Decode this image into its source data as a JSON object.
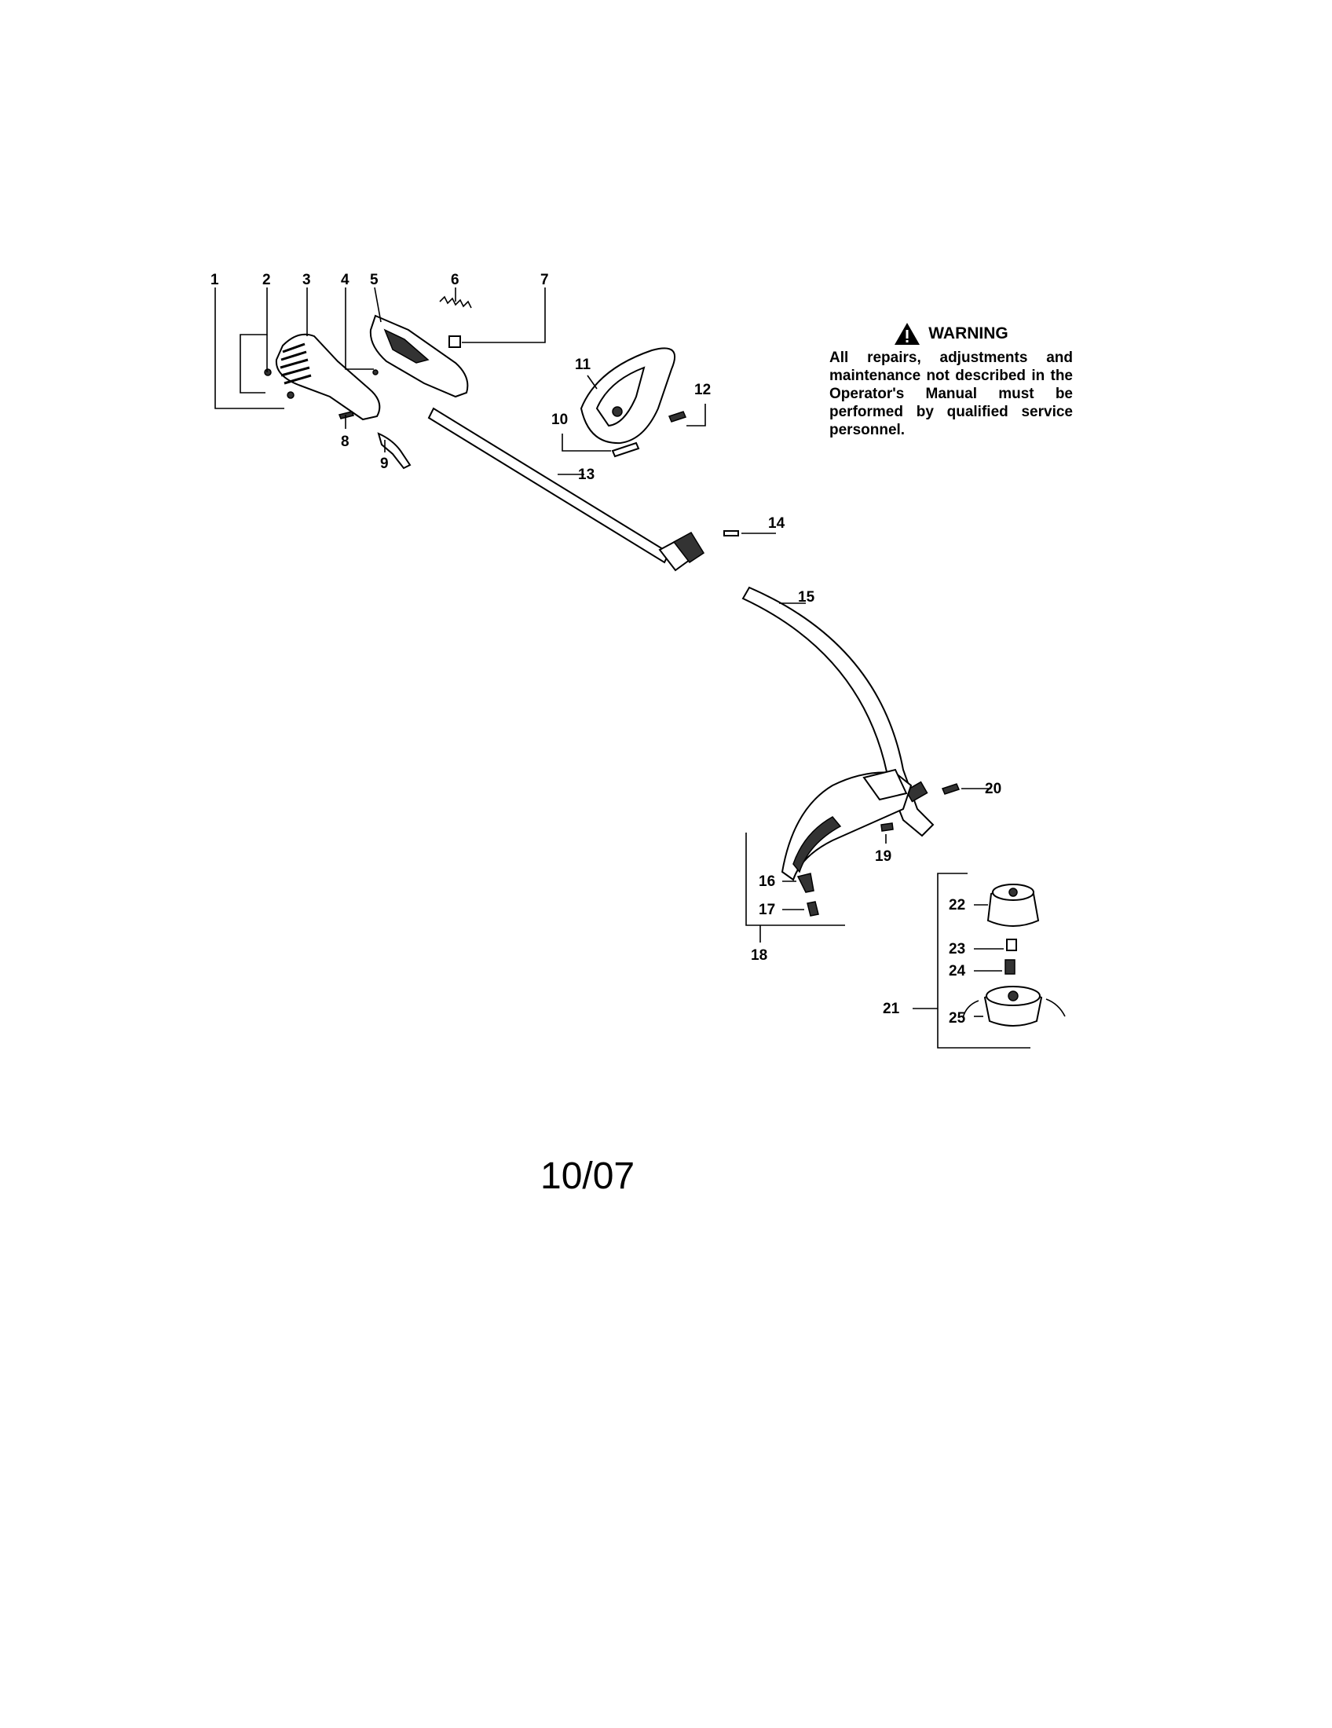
{
  "warning": {
    "icon": "warning-triangle-icon",
    "title": "WARNING",
    "text": "All repairs, adjustments and maintenance not described in the Operator's Manual must be performed by qualified service personnel."
  },
  "date_code": "10/07",
  "callouts": {
    "c1": "1",
    "c2": "2",
    "c3": "3",
    "c4": "4",
    "c5": "5",
    "c6": "6",
    "c7": "7",
    "c8": "8",
    "c9": "9",
    "c10": "10",
    "c11": "11",
    "c12": "12",
    "c13": "13",
    "c14": "14",
    "c15": "15",
    "c16": "16",
    "c17": "17",
    "c18": "18",
    "c19": "19",
    "c20": "20",
    "c21": "21",
    "c22": "22",
    "c23": "23",
    "c24": "24",
    "c25": "25"
  }
}
